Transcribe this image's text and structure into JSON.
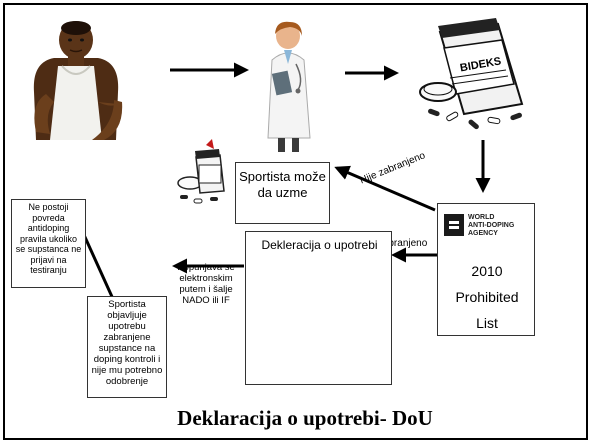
{
  "slide": {
    "title": "Deklaracija o upotrebi- DoU"
  },
  "boxes": {
    "allowed": "Sportista može da uzme",
    "declaration": "Dekleracija o upotrebi",
    "no_violation": "Ne postoji povreda antidoping pravila ukoliko se supstanca ne prijavi na testiranju",
    "athlete_reports": "Sportista objavljuje upotrebu zabranjene supstance na doping kontroli i nije mu potrebno odobrenje"
  },
  "labels": {
    "not_prohibited": "Nije zabranjeno",
    "prohibited": "Zabranjeno",
    "fills_electronically": "Popunjava se elektronskim putem i šalje NADO ili IF"
  },
  "wada": {
    "line1": "WORLD",
    "line2": "ANTI-DOPING",
    "line3": "AGENCY",
    "year": "2010",
    "prohibited": "Prohibited",
    "list": "List"
  },
  "illustrations": {
    "bottle_label": "BIDEKS"
  },
  "colors": {
    "athlete_skin": "#5a3418",
    "athlete_shirt": "#f2f2ee",
    "doctor_coat": "#f4f4f4",
    "doctor_skin": "#e9b48c",
    "doctor_hair": "#a65a1e",
    "red_cap": "#c41a1a"
  }
}
